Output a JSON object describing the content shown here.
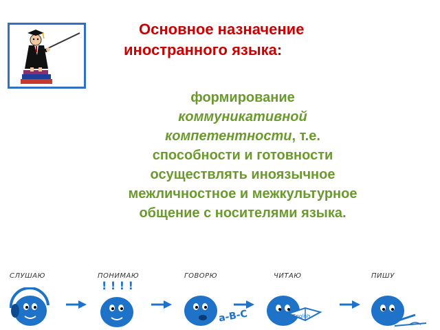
{
  "slide": {
    "title_line1": "Основное назначение",
    "title_line2": "иностранного языка:",
    "body_part1": "формирование",
    "body_emph": "коммуникативной компетентности",
    "body_part2": ", т.е. способности и готовности осуществлять иноязычное межличностное и межкультурное общение с носителями языка."
  },
  "stages": [
    {
      "label": "СЛУШАЮ",
      "icon": "listening-face-icon"
    },
    {
      "label": "ПОНИМАЮ",
      "icon": "understanding-face-icon"
    },
    {
      "label": "ГОВОРЮ",
      "icon": "speaking-face-icon"
    },
    {
      "label": "ЧИТАЮ",
      "icon": "reading-face-icon"
    },
    {
      "label": "ПИШУ",
      "icon": "writing-face-icon"
    }
  ],
  "decor": {
    "exclaim": "! ! ! !",
    "abc": "a-B-C",
    "book_word": "English"
  },
  "colors": {
    "title": "#cc0000",
    "body": "#6a9a2c",
    "frame": "#2f6fc6",
    "face": "#1e73c8"
  }
}
